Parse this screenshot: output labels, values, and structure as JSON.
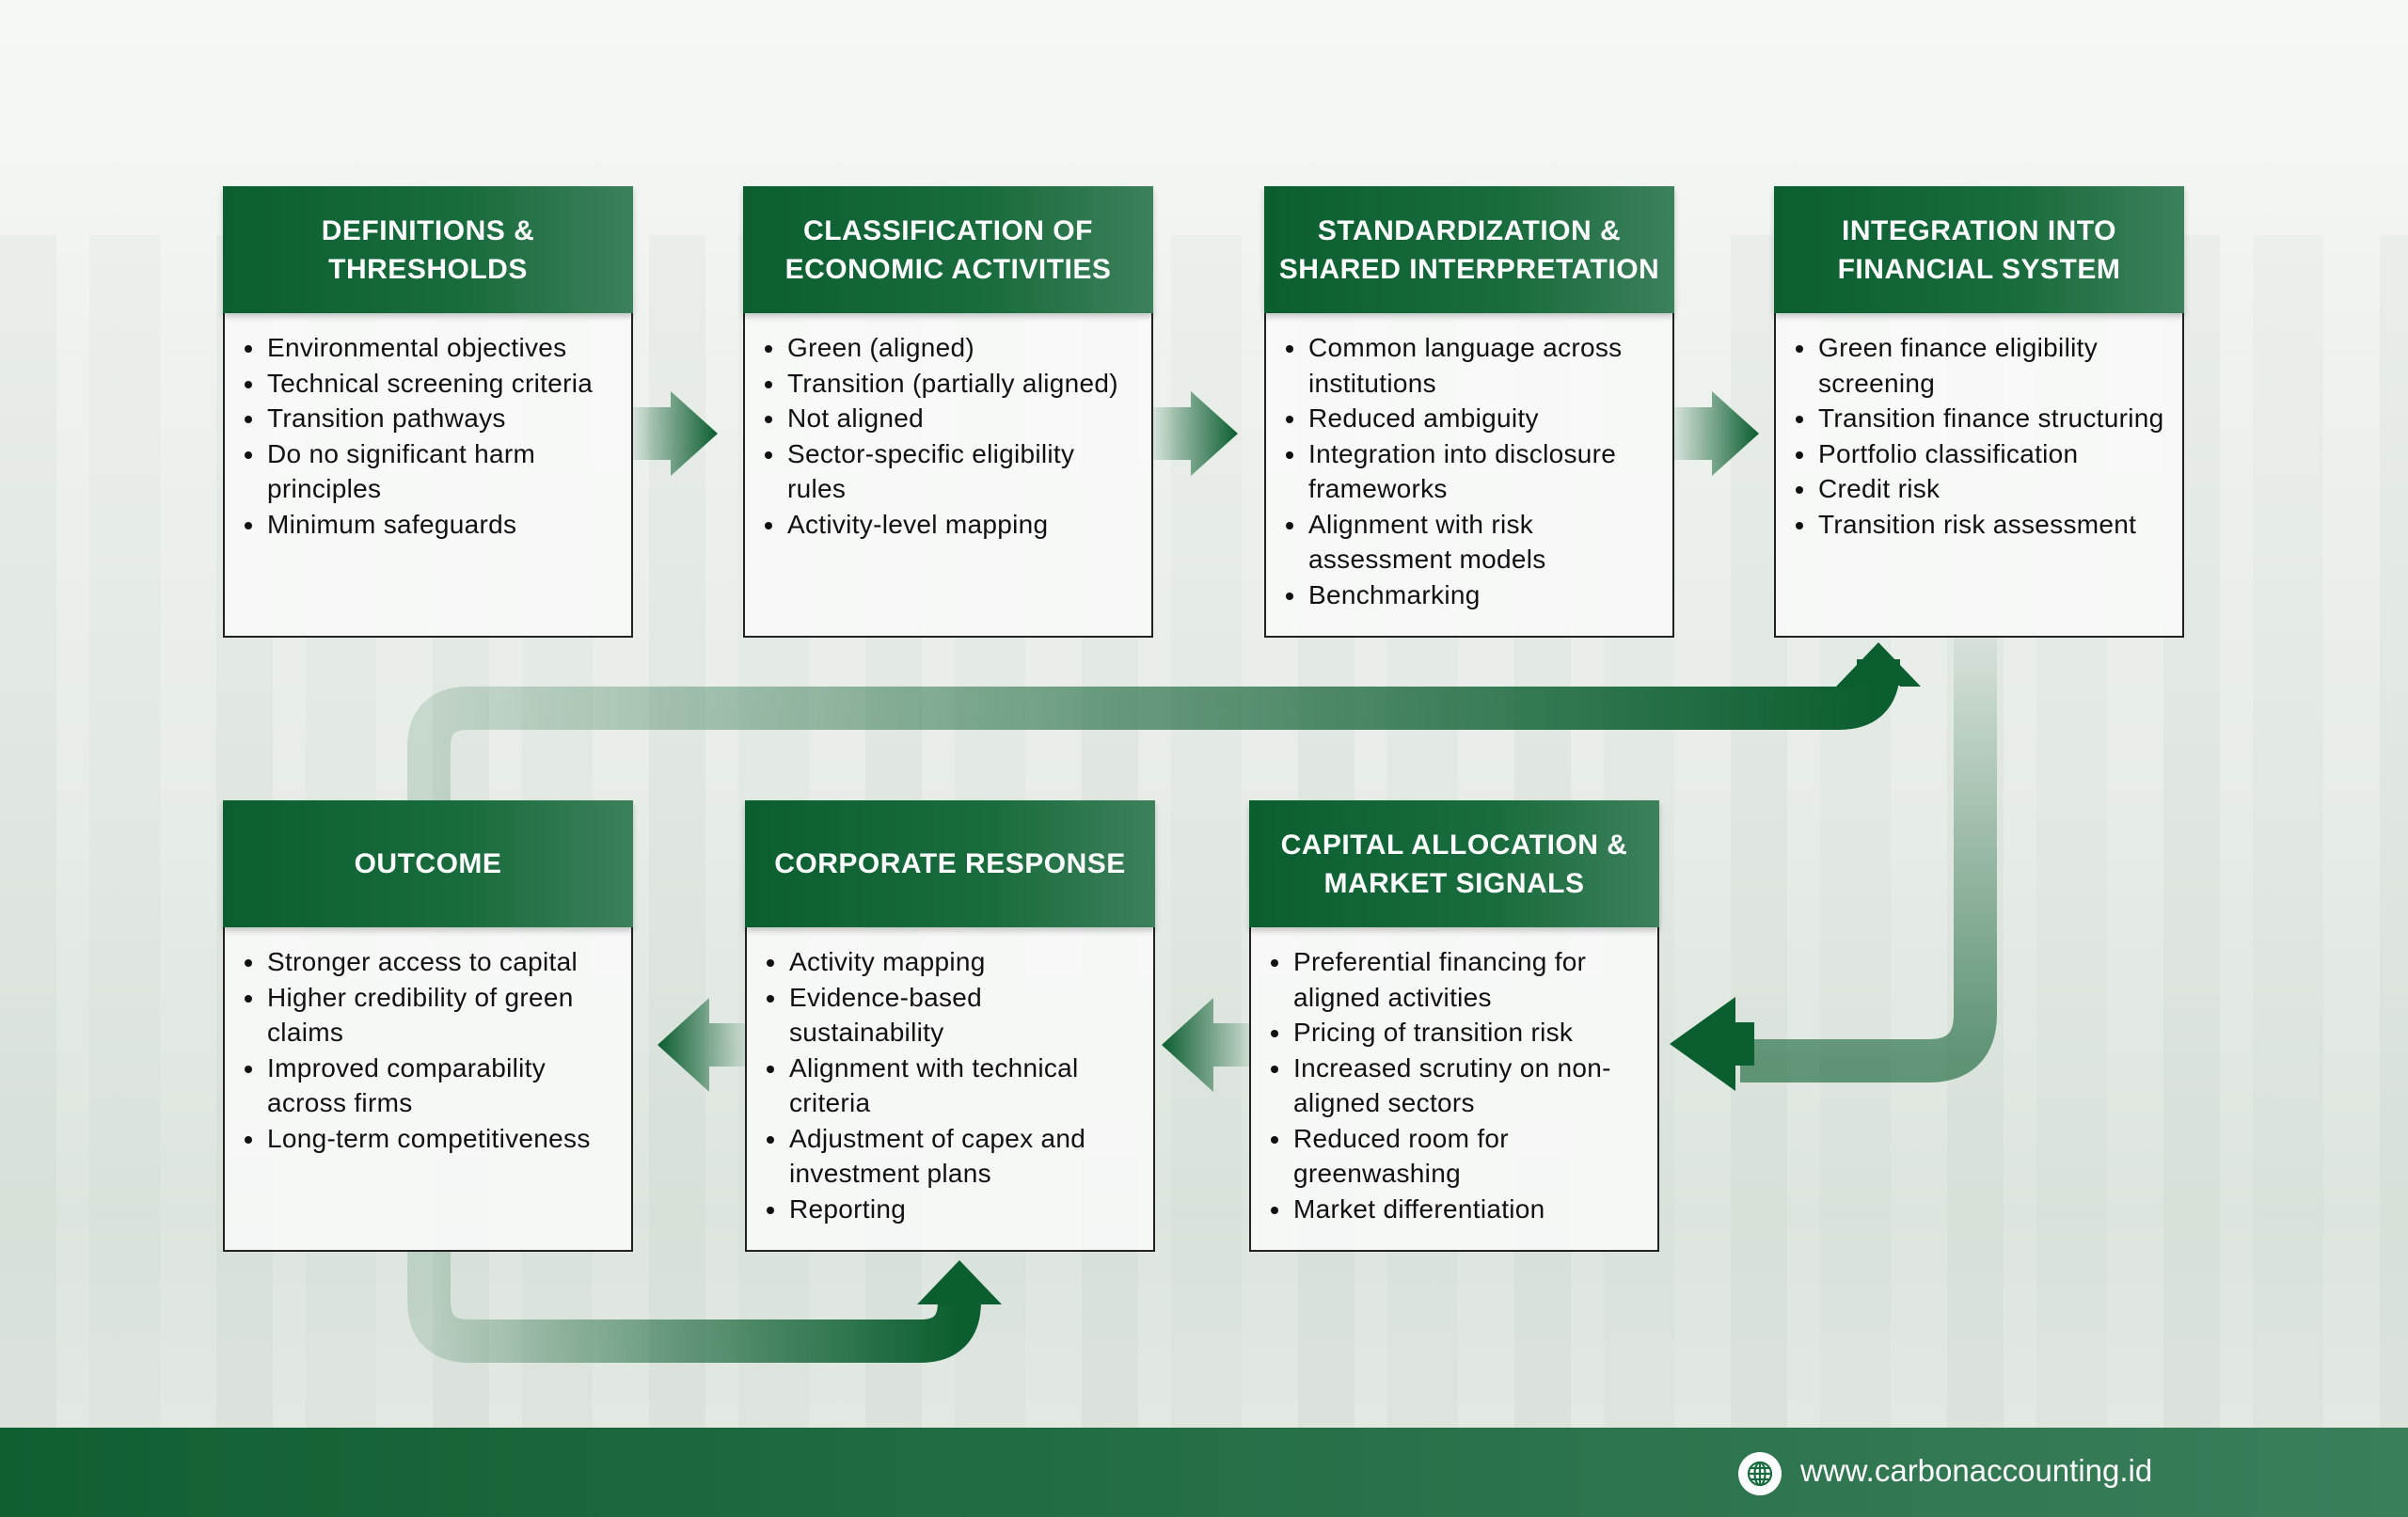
{
  "boxes": [
    {
      "title": "DEFINITIONS & THRESHOLDS",
      "items": [
        "Environmental objectives",
        "Technical screening criteria",
        "Transition pathways",
        "Do no significant harm principles",
        "Minimum safeguards"
      ]
    },
    {
      "title": "CLASSIFICATION OF ECONOMIC ACTIVITIES",
      "items": [
        "Green (aligned)",
        "Transition (partially aligned)",
        "Not aligned",
        "Sector-specific eligibility rules",
        "Activity-level mapping"
      ]
    },
    {
      "title": "STANDARDIZATION & SHARED INTERPRETATION",
      "items": [
        "Common language across institutions",
        "Reduced ambiguity",
        "Integration into disclosure frameworks",
        "Alignment with risk assessment models",
        "Benchmarking"
      ]
    },
    {
      "title": "INTEGRATION INTO FINANCIAL SYSTEM",
      "items": [
        "Green finance eligibility screening",
        "Transition finance structuring",
        "Portfolio classification",
        "Credit risk",
        "Transition risk assessment"
      ]
    },
    {
      "title": "CAPITAL ALLOCATION & MARKET SIGNALS",
      "items": [
        "Preferential financing for aligned activities",
        "Pricing of transition risk",
        "Increased scrutiny on non-aligned sectors",
        "Reduced room for greenwashing",
        "Market differentiation"
      ]
    },
    {
      "title": "CORPORATE RESPONSE",
      "items": [
        "Activity mapping",
        "Evidence-based sustainability",
        "Alignment with technical criteria",
        "Adjustment of capex and investment plans",
        "Reporting"
      ]
    },
    {
      "title": "OUTCOME",
      "items": [
        "Stronger access to capital",
        "Higher credibility of green claims",
        "Improved comparability across firms",
        "Long-term competitiveness"
      ]
    }
  ],
  "footer": {
    "url": "www.carbonaccounting.id",
    "icon": "globe-icon"
  },
  "colors": {
    "primary": "#0b5e30",
    "light": "#3d805c"
  }
}
